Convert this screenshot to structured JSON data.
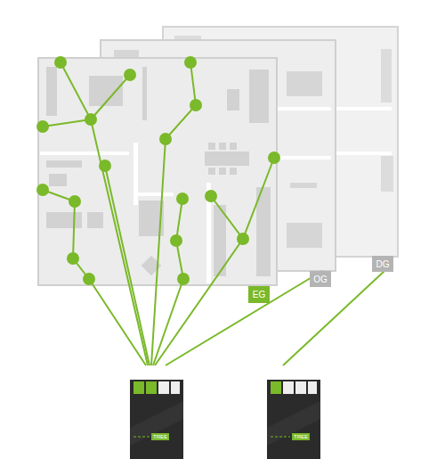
{
  "diagram": {
    "nodes": [
      {
        "text": [
          "EG"
        ]
      },
      {
        "text": [
          "OG"
        ]
      },
      {
        "text": [
          "DG"
        ]
      }
    ],
    "labels": [
      "TREE",
      "TREE"
    ]
  }
}
